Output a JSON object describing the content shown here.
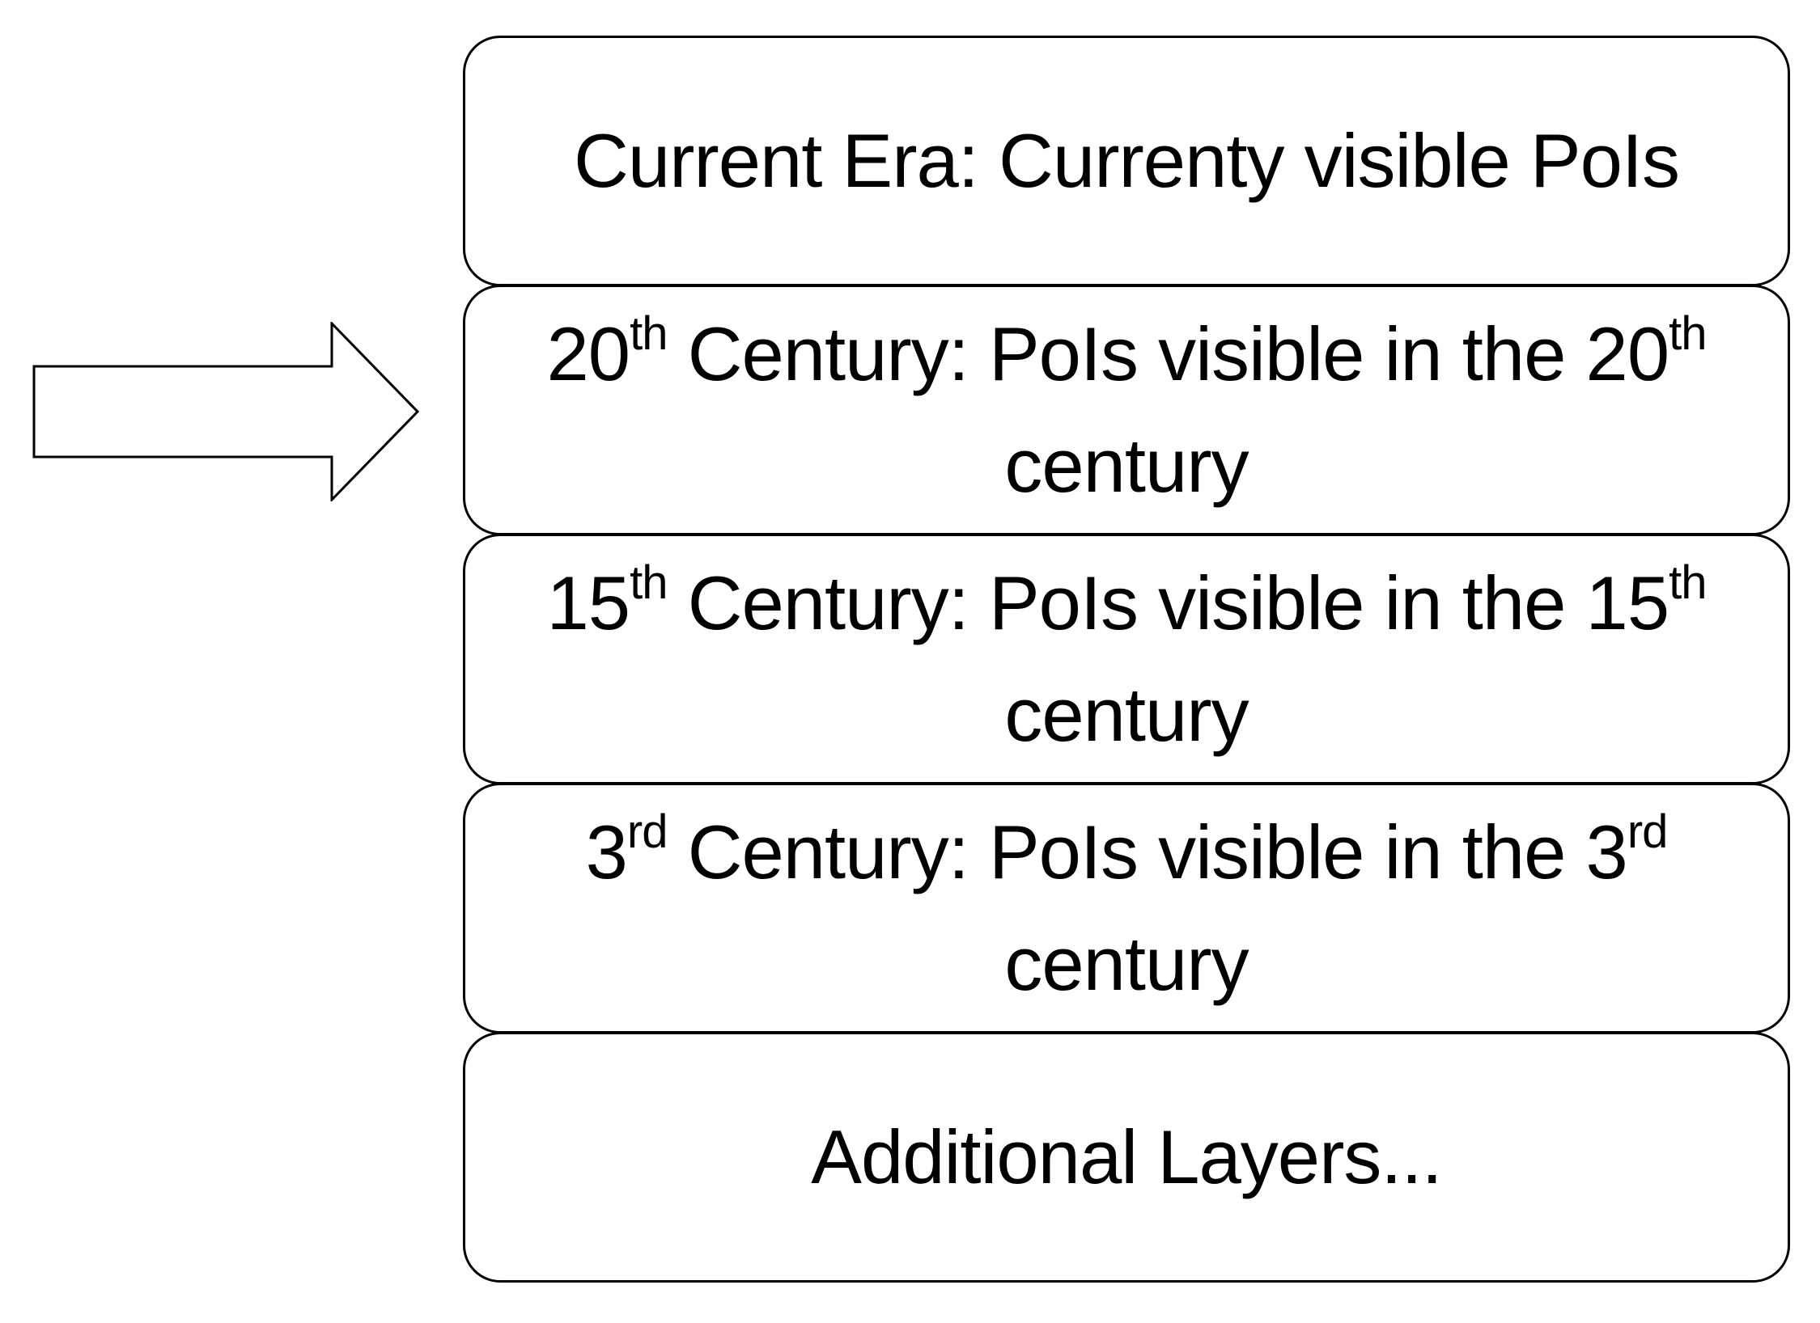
{
  "layers": [
    {
      "segments": [
        {
          "text": "Current Era: Currenty visible PoIs",
          "sup": ""
        }
      ]
    },
    {
      "segments": [
        {
          "text": "20",
          "sup": "th"
        },
        {
          "text": " Century: PoIs visible in the 20",
          "sup": "th"
        },
        {
          "text": " century",
          "sup": ""
        }
      ]
    },
    {
      "segments": [
        {
          "text": "15",
          "sup": "th"
        },
        {
          "text": " Century: PoIs visible in the 15",
          "sup": "th"
        },
        {
          "text": " century",
          "sup": ""
        }
      ]
    },
    {
      "segments": [
        {
          "text": "3",
          "sup": "rd"
        },
        {
          "text": " Century: PoIs visible in the 3",
          "sup": "rd"
        },
        {
          "text": " century",
          "sup": ""
        }
      ]
    },
    {
      "segments": [
        {
          "text": "Additional Layers...",
          "sup": ""
        }
      ]
    }
  ],
  "pointer": {
    "icon": "right-arrow-icon",
    "points_to_layer": 1,
    "stroke_color": "#000000",
    "fill_color": "#ffffff"
  }
}
